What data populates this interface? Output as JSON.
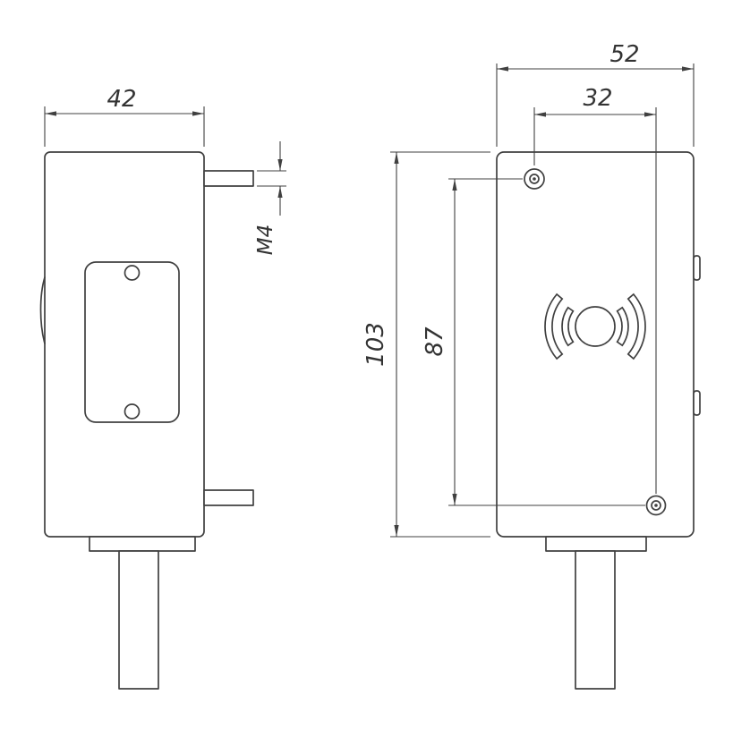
{
  "drawing": {
    "dimension_labels": {
      "side_view_width": "42",
      "stud_thread": "M4",
      "front_view_width": "52",
      "hole_spacing_horizontal": "32",
      "overall_height": "103",
      "hole_spacing_vertical": "87"
    },
    "colors": {
      "line": "#404040",
      "text": "#333333",
      "background": "#ffffff"
    }
  }
}
